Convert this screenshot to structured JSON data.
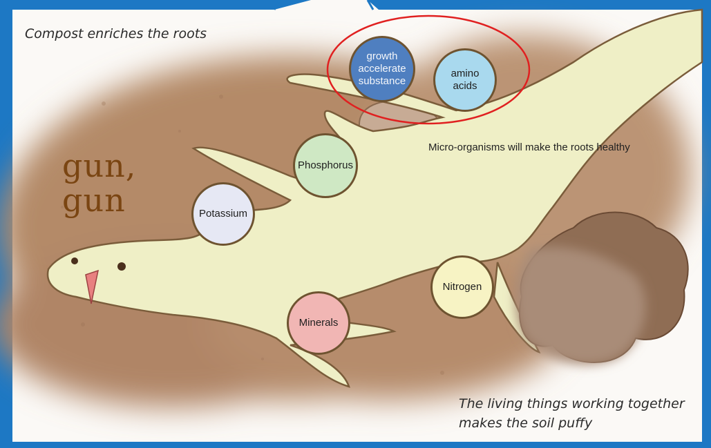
{
  "captions": {
    "top": "Compost enriches the roots",
    "micro": "Micro-organisms will make the roots healthy",
    "bottom_line1": "The living things working together",
    "bottom_line2": "makes the soil puffy"
  },
  "handwriting": {
    "line1": "gun,",
    "line2": "gun"
  },
  "nutrients": {
    "growth": "growth accelerate substance",
    "amino": "amino acids",
    "phosphorus": "Phosphorus",
    "potassium": "Potassium",
    "nitrogen": "Nitrogen",
    "minerals": "Minerals"
  },
  "colors": {
    "frame_blue": "#1d78c4",
    "soil": "#b48a68",
    "root": "#efefc6",
    "highlight_ring": "#e02020",
    "growth_bubble": "#4f7fc0",
    "amino_bubble": "#a9d9ee",
    "phosphorus_bubble": "#cfe8c4",
    "potassium_bubble": "#e6e8f4",
    "nitrogen_bubble": "#f7f3c4",
    "minerals_bubble": "#f1b6b4"
  }
}
